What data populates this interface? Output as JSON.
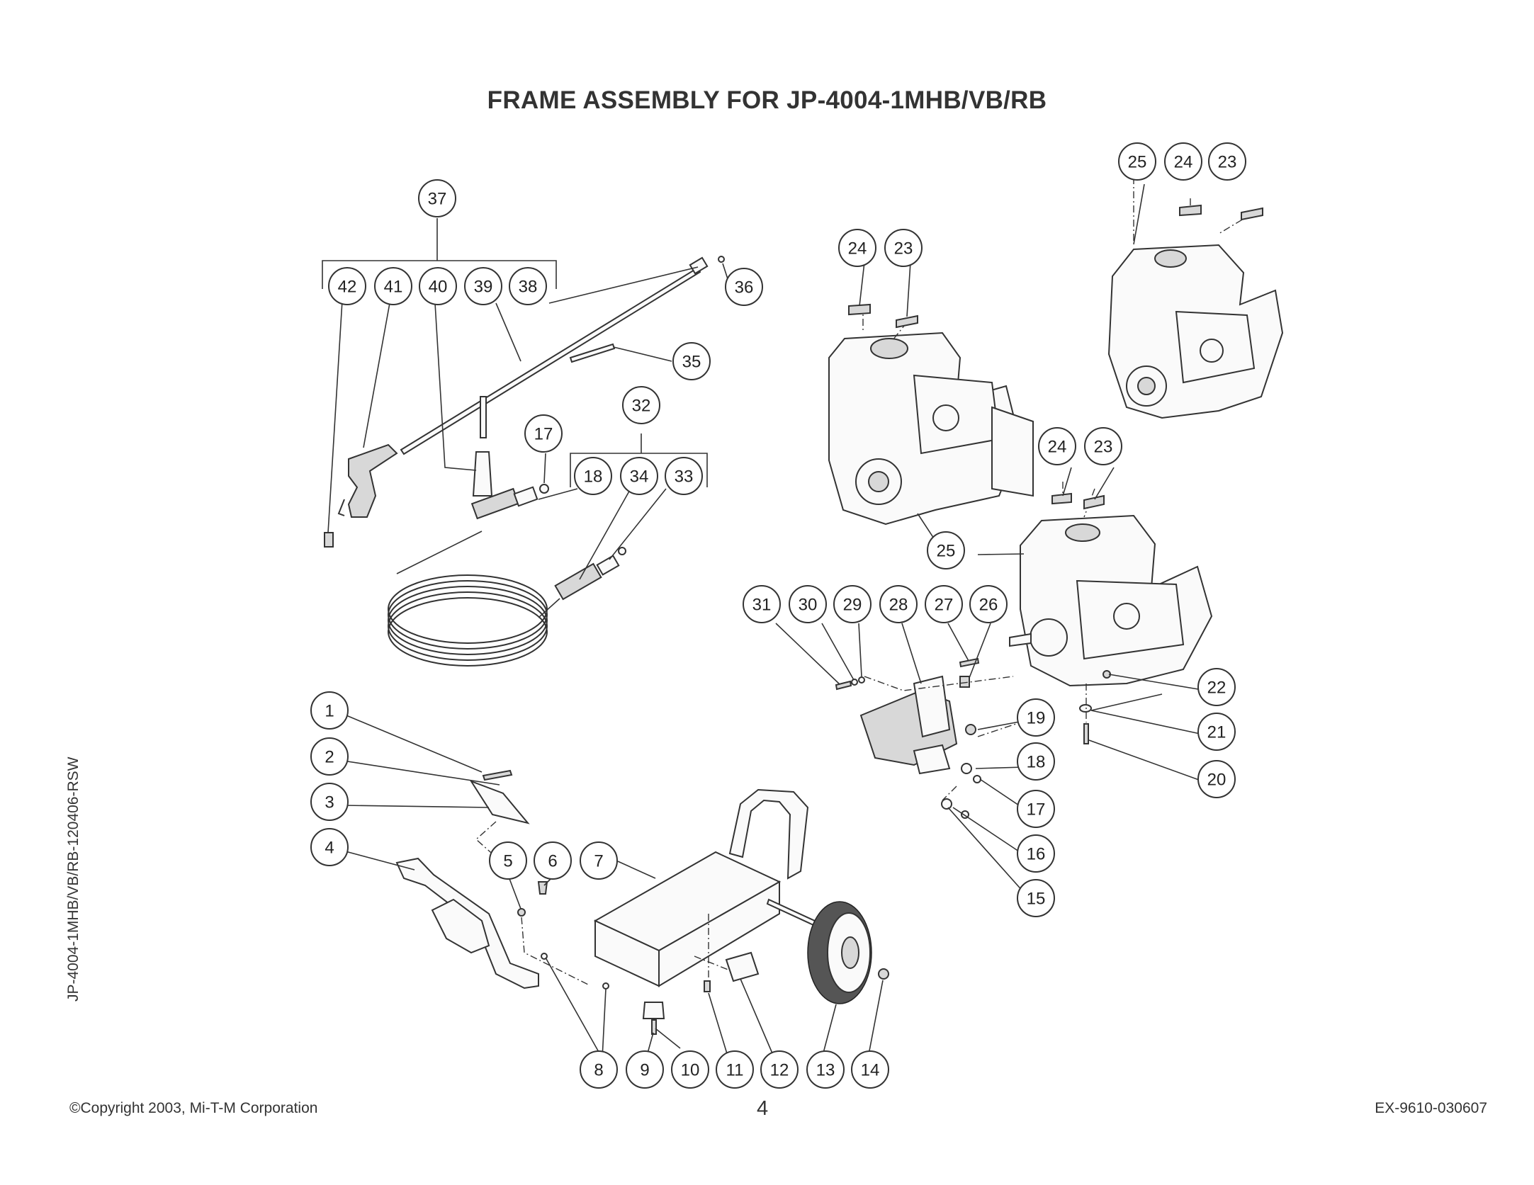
{
  "title": "FRAME ASSEMBLY FOR JP-4004-1MHB/VB/RB",
  "side_code": "JP-4004-1MHB/VB/RB-120406-RSW",
  "footer": {
    "copyright": "©Copyright 2003, Mi-T-M Corporation",
    "page_number": "4",
    "doc_code": "EX-9610-030607"
  },
  "callouts": [
    {
      "id": "c37",
      "label": "37"
    },
    {
      "id": "c42",
      "label": "42"
    },
    {
      "id": "c41",
      "label": "41"
    },
    {
      "id": "c40",
      "label": "40"
    },
    {
      "id": "c39",
      "label": "39"
    },
    {
      "id": "c38",
      "label": "38"
    },
    {
      "id": "c36",
      "label": "36"
    },
    {
      "id": "c35",
      "label": "35"
    },
    {
      "id": "c32",
      "label": "32"
    },
    {
      "id": "c17a",
      "label": "17"
    },
    {
      "id": "c18a",
      "label": "18"
    },
    {
      "id": "c34",
      "label": "34"
    },
    {
      "id": "c33",
      "label": "33"
    },
    {
      "id": "c24a",
      "label": "24"
    },
    {
      "id": "c23a",
      "label": "23"
    },
    {
      "id": "c25a",
      "label": "25"
    },
    {
      "id": "c24b",
      "label": "24"
    },
    {
      "id": "c23b",
      "label": "23"
    },
    {
      "id": "c24c",
      "label": "24"
    },
    {
      "id": "c23c",
      "label": "23"
    },
    {
      "id": "c25b",
      "label": "25"
    },
    {
      "id": "c31",
      "label": "31"
    },
    {
      "id": "c30",
      "label": "30"
    },
    {
      "id": "c29",
      "label": "29"
    },
    {
      "id": "c28",
      "label": "28"
    },
    {
      "id": "c27",
      "label": "27"
    },
    {
      "id": "c26",
      "label": "26"
    },
    {
      "id": "c22",
      "label": "22"
    },
    {
      "id": "c19",
      "label": "19"
    },
    {
      "id": "c21",
      "label": "21"
    },
    {
      "id": "c18b",
      "label": "18"
    },
    {
      "id": "c20",
      "label": "20"
    },
    {
      "id": "c17b",
      "label": "17"
    },
    {
      "id": "c16",
      "label": "16"
    },
    {
      "id": "c15",
      "label": "15"
    },
    {
      "id": "c1",
      "label": "1"
    },
    {
      "id": "c2",
      "label": "2"
    },
    {
      "id": "c3",
      "label": "3"
    },
    {
      "id": "c4",
      "label": "4"
    },
    {
      "id": "c5",
      "label": "5"
    },
    {
      "id": "c6",
      "label": "6"
    },
    {
      "id": "c7",
      "label": "7"
    },
    {
      "id": "c8",
      "label": "8"
    },
    {
      "id": "c9",
      "label": "9"
    },
    {
      "id": "c10",
      "label": "10"
    },
    {
      "id": "c11",
      "label": "11"
    },
    {
      "id": "c12",
      "label": "12"
    },
    {
      "id": "c13",
      "label": "13"
    },
    {
      "id": "c14",
      "label": "14"
    }
  ]
}
